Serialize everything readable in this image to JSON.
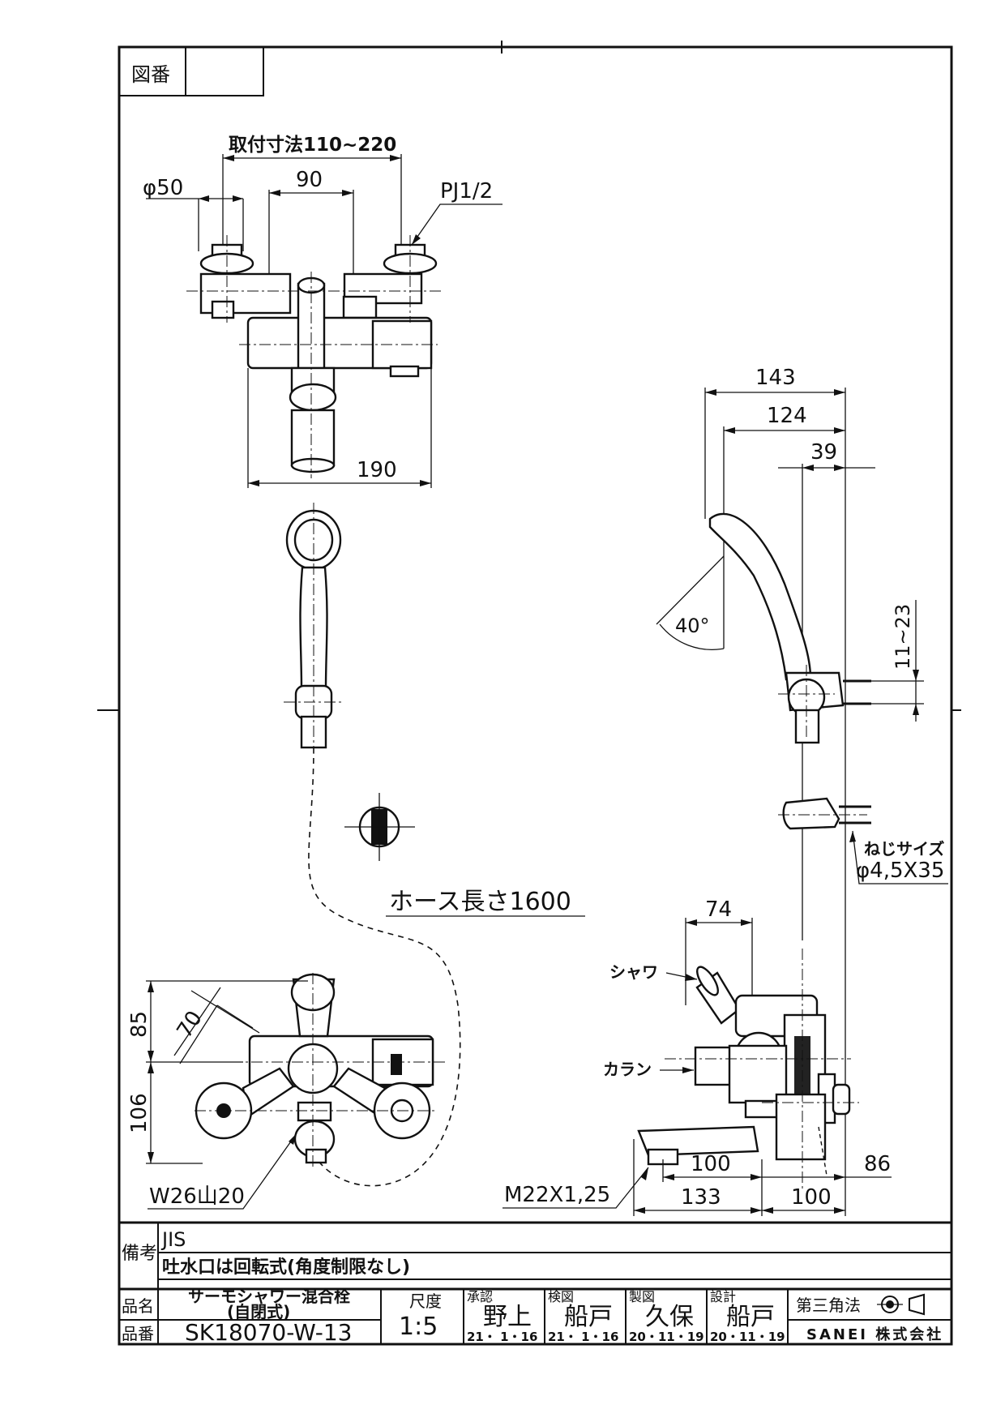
{
  "drawing_no_label": "図番",
  "drawing_no_value": "",
  "dims": {
    "mount_pitch": "取付寸法110~220",
    "phi50": "φ50",
    "d90": "90",
    "pj": "PJ1/2",
    "d190": "190",
    "d143": "143",
    "d124": "124",
    "d39": "39",
    "angle40": "40°",
    "d11_23": "11~23",
    "screw_label": "ねじサイズ",
    "screw_value": "φ4,5X35",
    "hose": "ホース長さ1600",
    "d74": "74",
    "shower": "シャワ",
    "caran": "カラン",
    "d100a": "100",
    "d86": "86",
    "m22": "M22X1,25",
    "d133": "133",
    "d100b": "100",
    "d85": "85",
    "d70": "70",
    "d106": "106",
    "w26": "W26山20"
  },
  "remarks": {
    "label": "備考",
    "line1": "JIS",
    "line2": "吐水口は回転式(角度制限なし)"
  },
  "title_block": {
    "product_name_label": "品名",
    "product_name_1": "サーモシャワー混合栓",
    "product_name_2": "(自閉式)",
    "product_no_label": "品番",
    "product_no": "SK18070-W-13",
    "scale_label": "尺度",
    "scale_value": "1:5",
    "approve_label": "承認",
    "approve_name": "野上",
    "approve_date": "21・ 1・16",
    "check_label": "検図",
    "check_name": "船戸",
    "check_date": "21・ 1・16",
    "draw_label": "製図",
    "draw_name": "久保",
    "draw_date": "20・11・19",
    "design_label": "設計",
    "design_name": "船戸",
    "design_date": "20・11・19",
    "projection_label": "第三角法",
    "company": "SANEI 株式会社"
  }
}
